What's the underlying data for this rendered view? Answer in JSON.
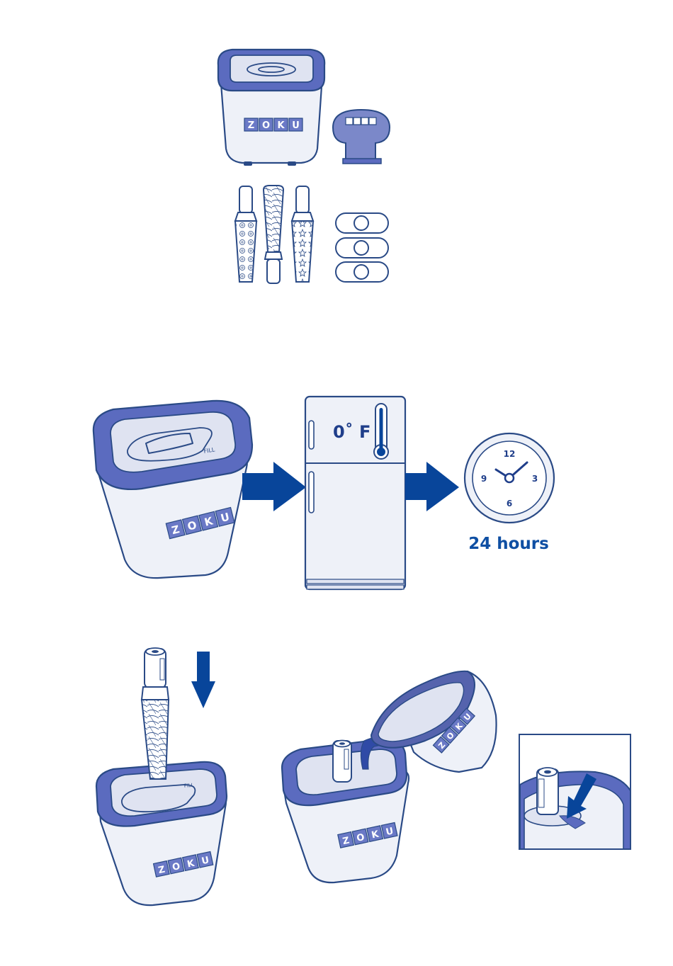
{
  "brand": {
    "logo_letters": [
      "Z",
      "O",
      "K",
      "U"
    ]
  },
  "step2": {
    "freezer_temperature": "0˚ F",
    "freeze_time": "24 hours",
    "clock_numbers": {
      "top": "12",
      "right": "3",
      "bottom": "6",
      "left": "9"
    }
  },
  "colors": {
    "arrow": "#08459a",
    "lid": "#5b6bbf",
    "body": "#eef1f8",
    "outline": "#2a4a86"
  },
  "icons": [
    "quick-pop-maker-icon",
    "super-tool-icon",
    "pop-stick-icon",
    "drip-guard-icon",
    "freezer-icon",
    "thermometer-icon",
    "clock-icon",
    "arrow-right-icon",
    "arrow-down-icon",
    "pitcher-icon"
  ]
}
